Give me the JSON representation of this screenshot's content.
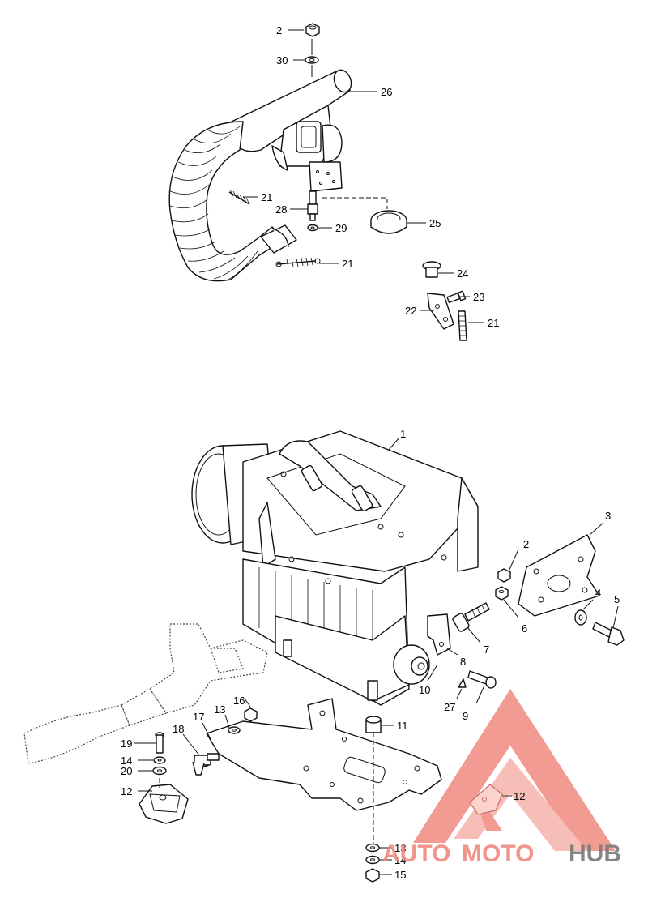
{
  "callouts": {
    "c1": "1",
    "c2a": "2",
    "c2b": "2",
    "c3": "3",
    "c4": "4",
    "c5": "5",
    "c6": "6",
    "c7": "7",
    "c8": "8",
    "c9": "9",
    "c10": "10",
    "c11": "11",
    "c12a": "12",
    "c12b": "12",
    "c13a": "13",
    "c13b": "13",
    "c14a": "14",
    "c14b": "14",
    "c15": "15",
    "c16": "16",
    "c17": "17",
    "c18": "18",
    "c19": "19",
    "c20": "20",
    "c21a": "21",
    "c21b": "21",
    "c21c": "21",
    "c22": "22",
    "c23": "23",
    "c24": "24",
    "c25": "25",
    "c26": "26",
    "c27": "27",
    "c28": "28",
    "c29": "29",
    "c30": "30"
  },
  "watermark": {
    "part1": "AUTO",
    "part2": "MOTO",
    "part3": "HUB",
    "color_primary": "#f08a80",
    "color_secondary": "#7a7a7a"
  }
}
